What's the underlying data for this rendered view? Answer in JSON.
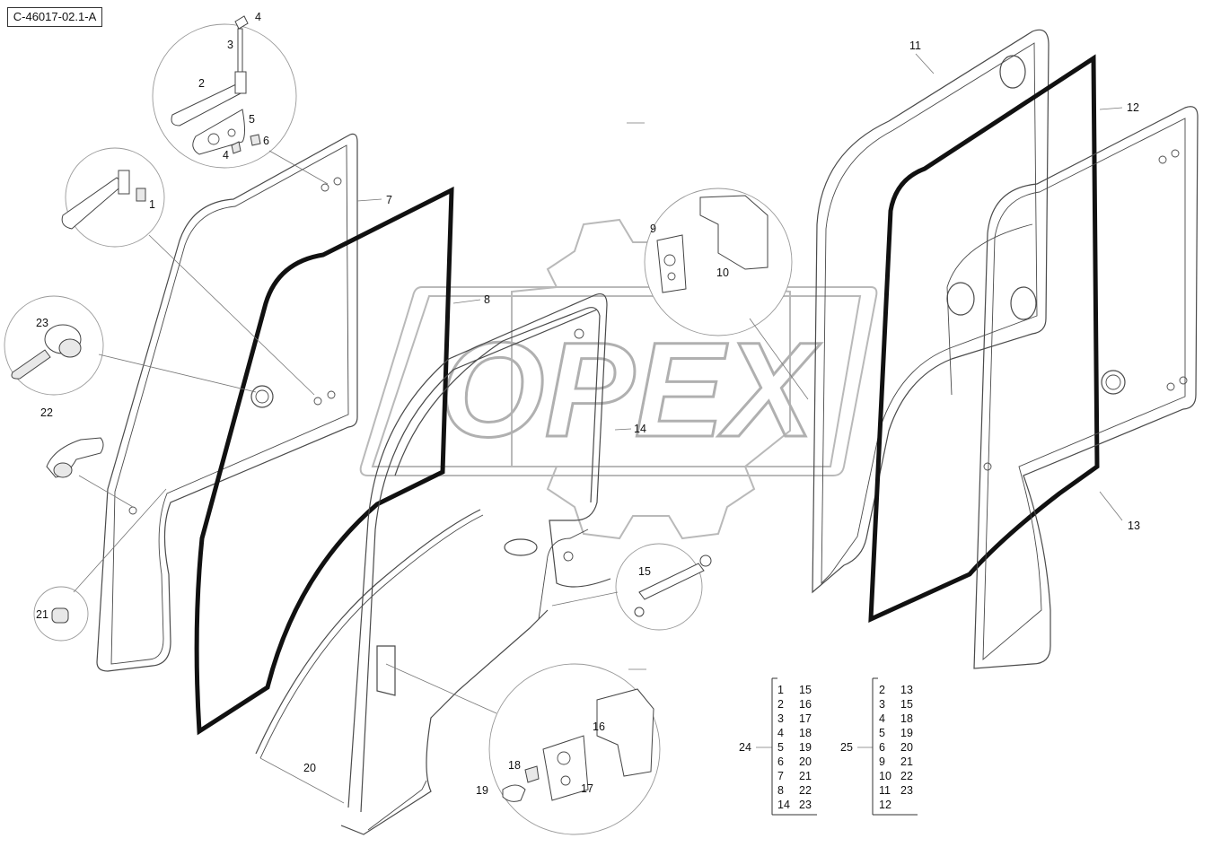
{
  "drawing_code": "C-46017-02.1-A",
  "watermark": "OPEX",
  "callouts": [
    {
      "id": "c4a",
      "text": "4"
    },
    {
      "id": "c3",
      "text": "3"
    },
    {
      "id": "c2",
      "text": "2"
    },
    {
      "id": "c5",
      "text": "5"
    },
    {
      "id": "c4b",
      "text": "4"
    },
    {
      "id": "c6",
      "text": "6"
    },
    {
      "id": "c1",
      "text": "1"
    },
    {
      "id": "c7",
      "text": "7"
    },
    {
      "id": "c8",
      "text": "8"
    },
    {
      "id": "c9",
      "text": "9"
    },
    {
      "id": "c10",
      "text": "10"
    },
    {
      "id": "c11",
      "text": "11"
    },
    {
      "id": "c12",
      "text": "12"
    },
    {
      "id": "c13",
      "text": "13"
    },
    {
      "id": "c14",
      "text": "14"
    },
    {
      "id": "c15",
      "text": "15"
    },
    {
      "id": "c16",
      "text": "16"
    },
    {
      "id": "c17",
      "text": "17"
    },
    {
      "id": "c18",
      "text": "18"
    },
    {
      "id": "c19",
      "text": "19"
    },
    {
      "id": "c20",
      "text": "20"
    },
    {
      "id": "c21",
      "text": "21"
    },
    {
      "id": "c22",
      "text": "22"
    },
    {
      "id": "c23",
      "text": "23"
    },
    {
      "id": "c24",
      "text": "24"
    },
    {
      "id": "c25",
      "text": "25"
    }
  ],
  "kits": [
    {
      "label": "24",
      "rows": [
        [
          "1",
          "15"
        ],
        [
          "2",
          "16"
        ],
        [
          "3",
          "17"
        ],
        [
          "4",
          "18"
        ],
        [
          "5",
          "19"
        ],
        [
          "6",
          "20"
        ],
        [
          "7",
          "21"
        ],
        [
          "8",
          "22"
        ],
        [
          "14",
          "23"
        ]
      ]
    },
    {
      "label": "25",
      "rows": [
        [
          "2",
          "13"
        ],
        [
          "3",
          "15"
        ],
        [
          "4",
          "18"
        ],
        [
          "5",
          "19"
        ],
        [
          "6",
          "20"
        ],
        [
          "9",
          "21"
        ],
        [
          "10",
          "22"
        ],
        [
          "11",
          "23"
        ],
        [
          "12",
          ""
        ]
      ]
    }
  ]
}
